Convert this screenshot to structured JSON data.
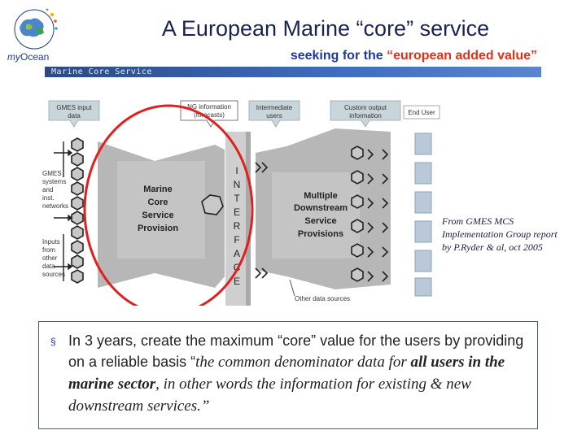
{
  "header": {
    "title": "A European Marine “core” service",
    "subtitle_prefix": "seeking for the ",
    "subtitle_highlight": "“european added value”",
    "band_label": "Marine Core Service"
  },
  "logo": {
    "text_my": "my",
    "text_ocean": "Ocean"
  },
  "diagram": {
    "gmes_inputs": [
      "GMES input",
      "data"
    ],
    "ng_information": [
      "NG information",
      "(forecasts)"
    ],
    "intermediate": [
      "Intermediate",
      "users"
    ],
    "custom_output": [
      "Custom output",
      "information"
    ],
    "end_user": "End User",
    "gmes_systems": [
      "GMES",
      "systems",
      "and",
      "inst.",
      "networks"
    ],
    "inputs_other": [
      "Inputs",
      "from",
      "other",
      "data",
      "sources"
    ],
    "core_box": [
      "Marine",
      "Core",
      "Service",
      "Provision"
    ],
    "interface_letters": [
      "I",
      "N",
      "T",
      "E",
      "R",
      "F",
      "A",
      "C",
      "E"
    ],
    "downstream_box": [
      "Multiple",
      "Downstream",
      "Service",
      "Provisions"
    ],
    "other_sources": "Other data sources"
  },
  "caption": {
    "lines": [
      "From GMES MCS",
      "Implementation Group report",
      "by P.Ryder & al, oct 2005"
    ]
  },
  "body_text": {
    "bullet": "§",
    "part1": "In 3 years, create the maximum “core” value for the users by providing on a reliable basis “",
    "part2": "the common denominator data for ",
    "part3_bold": "all users in the marine sector",
    "part4": ", in other words the information for existing & new downstream services.”"
  },
  "colors": {
    "title": "#1a2350",
    "subtitle": "#1f3a9a",
    "highlight": "#e03018",
    "band": "#2a4a86",
    "circle": "#e02020"
  }
}
